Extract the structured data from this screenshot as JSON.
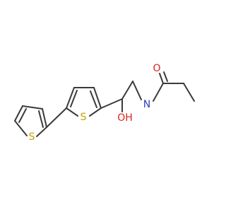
{
  "molecule": {
    "atoms": {
      "s_left": {
        "label": "S",
        "color": "#c8a200"
      },
      "s_mid": {
        "label": "S",
        "color": "#c8a200"
      },
      "n_amide": {
        "label": "N",
        "color": "#2c3ebd"
      },
      "o_carbonyl": {
        "label": "O",
        "color": "#e02020"
      },
      "o_hydroxyl": {
        "label": "OH",
        "color": "#e02020"
      }
    },
    "bond_color": "#3a3a3a"
  }
}
